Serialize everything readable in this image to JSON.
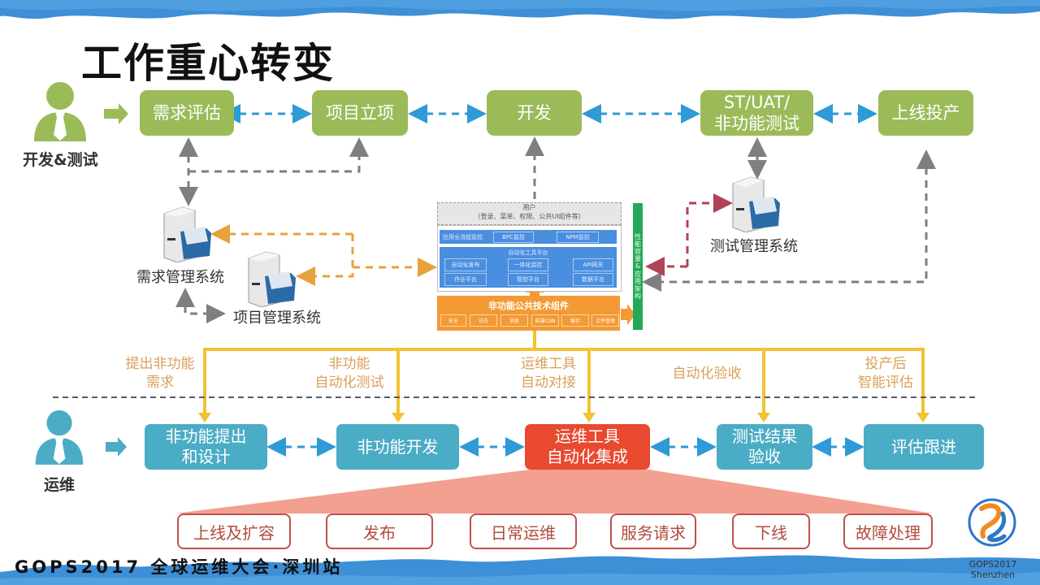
{
  "title": "工作重心转变",
  "colors": {
    "dev_green": "#9bbb59",
    "ops_blue": "#4bacc6",
    "highlight_red": "#e8492f",
    "arrow_blue": "#2e9ad6",
    "arrow_gray": "#7f7f7f",
    "arrow_orange": "#e8a13c",
    "arrow_maroon": "#b04256",
    "connector_yellow": "#f2c232",
    "fan_salmon": "#f2a08f",
    "arch_green": "#22a957",
    "arch_blue": "#4a8ee0",
    "arch_orange": "#f39a34"
  },
  "dev_lane": {
    "persona": {
      "label": "开发&测试",
      "icon": "person-icon"
    },
    "stages": [
      {
        "label": "需求评估"
      },
      {
        "label": "项目立项"
      },
      {
        "label": "开发"
      },
      {
        "label": "ST/UAT/\n非功能测试",
        "line1": "ST/UAT/",
        "line2": "非功能测试"
      },
      {
        "label": "上线投产"
      }
    ],
    "systems": [
      {
        "label": "需求管理系统",
        "icon": "server-folder-icon"
      },
      {
        "label": "项目管理系统",
        "icon": "server-folder-icon"
      },
      {
        "label": "测试管理系统",
        "icon": "server-folder-icon"
      }
    ]
  },
  "architecture": {
    "user_layer": {
      "title": "用户",
      "subtitle": "（登录、菜单、权限、公共UI组件等）"
    },
    "monitor_row": {
      "label": "应用全流程监控",
      "items": [
        "BPC监控",
        "NPM监控"
      ]
    },
    "tool_platform": {
      "title": "自动化工具平台",
      "items": [
        "自动化发布",
        "一体化监控",
        "API网关",
        "作业平台",
        "管控平台",
        "数据平台"
      ]
    },
    "common_components": {
      "title": "非功能公共技术组件",
      "items": [
        "安全",
        "日志",
        "消息",
        "前端CDN",
        "缓存",
        "文件管理"
      ]
    },
    "side_bar": "性能容量&应用架构"
  },
  "connectors": [
    {
      "line1": "提出非功能",
      "line2": "需求"
    },
    {
      "line1": "非功能",
      "line2": "自动化测试"
    },
    {
      "line1": "运维工具",
      "line2": "自动对接"
    },
    {
      "line1": "自动化验收",
      "line2": ""
    },
    {
      "line1": "投产后",
      "line2": "智能评估"
    }
  ],
  "ops_lane": {
    "persona": {
      "label": "运维",
      "icon": "person-icon"
    },
    "stages": [
      {
        "line1": "非功能提出",
        "line2": "和设计"
      },
      {
        "line1": "非功能开发",
        "line2": ""
      },
      {
        "line1": "运维工具",
        "line2": "自动化集成",
        "highlight": true
      },
      {
        "line1": "测试结果",
        "line2": "验收"
      },
      {
        "line1": "评估跟进",
        "line2": ""
      }
    ],
    "tasks": [
      "上线及扩容",
      "发布",
      "日常运维",
      "服务请求",
      "下线",
      "故障处理"
    ]
  },
  "footer": {
    "event": "GOPS2017 全球运维大会·深圳站",
    "logo_line1": "GOPS2017",
    "logo_line2": "Shenzhen"
  }
}
